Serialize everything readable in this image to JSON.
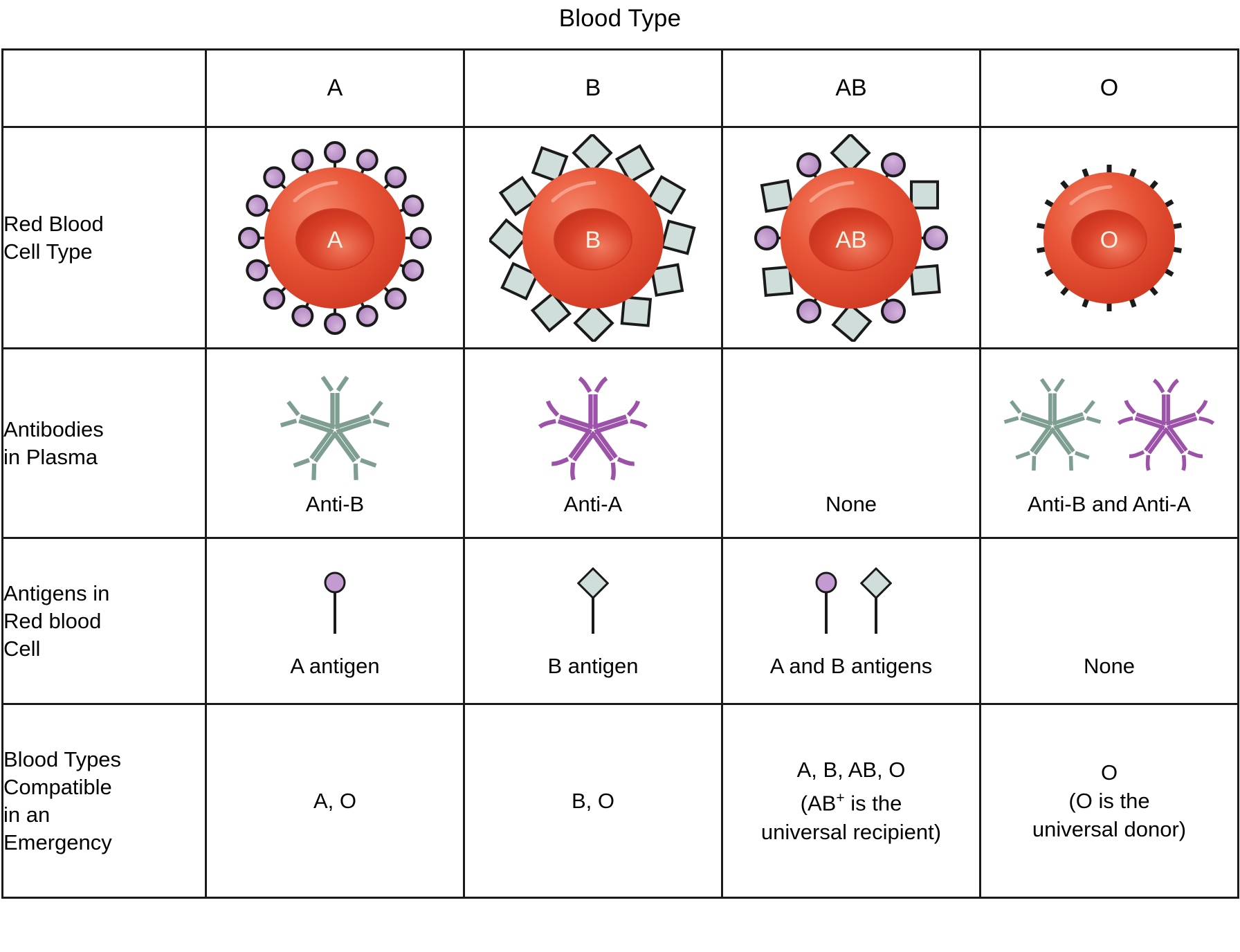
{
  "title": "Blood Type",
  "columns": [
    {
      "key": "A",
      "label": "A"
    },
    {
      "key": "B",
      "label": "B"
    },
    {
      "key": "AB",
      "label": "AB"
    },
    {
      "key": "O",
      "label": "O"
    }
  ],
  "rows": {
    "cell_type": {
      "label_line1": "Red Blood",
      "label_line2": "Cell Type"
    },
    "antibodies": {
      "label_line1": "Antibodies",
      "label_line2": "in Plasma"
    },
    "antigens": {
      "label_line1": "Antigens in",
      "label_line2": "Red blood",
      "label_line3": "Cell"
    },
    "compatible": {
      "label_line1": "Blood Types",
      "label_line2": "Compatible",
      "label_line3": "in an",
      "label_line4": "Emergency"
    }
  },
  "cell_type": {
    "A": {
      "center_label": "A",
      "marker": "circle",
      "marker_count": 16
    },
    "B": {
      "center_label": "B",
      "marker": "diamond",
      "marker_count": 12
    },
    "AB": {
      "center_label": "AB",
      "marker": "both",
      "marker_count": 12
    },
    "O": {
      "center_label": "O",
      "marker": "none",
      "marker_count": 18
    }
  },
  "antibodies": {
    "A": {
      "text": "Anti-B",
      "clusters": [
        "green"
      ]
    },
    "B": {
      "text": "Anti-A",
      "clusters": [
        "purple"
      ]
    },
    "AB": {
      "text": "None",
      "clusters": []
    },
    "O": {
      "text": "Anti-B and Anti-A",
      "clusters": [
        "green",
        "purple"
      ]
    }
  },
  "antigens": {
    "A": {
      "text": "A antigen",
      "shapes": [
        "circle"
      ]
    },
    "B": {
      "text": "B antigen",
      "shapes": [
        "diamond"
      ]
    },
    "AB": {
      "text": "A and B antigens",
      "shapes": [
        "circle",
        "diamond"
      ]
    },
    "O": {
      "text": "None",
      "shapes": []
    }
  },
  "compatible": {
    "A": {
      "line1": "A, O",
      "line2": "",
      "line3": ""
    },
    "B": {
      "line1": "B, O",
      "line2": "",
      "line3": ""
    },
    "AB": {
      "line1": "A, B, AB, O",
      "line2_pre": "(AB",
      "line2_sup": "+",
      "line2_post": " is the",
      "line3": "universal recipient)"
    },
    "O": {
      "line1": "O",
      "line2_pre": "(O is the",
      "line2_sup": "",
      "line2_post": "",
      "line3": "universal donor)"
    }
  },
  "colors": {
    "antigen_a": "#bd94c9",
    "antigen_b": "#cfdedb",
    "antibody_green": "#7e9e92",
    "antibody_purple": "#9b52a8",
    "rbc_light": "#ef6a4a",
    "rbc_mid": "#e1492f",
    "rbc_dark": "#c6331f",
    "stroke": "#1a1a1a",
    "text": "#000000"
  }
}
